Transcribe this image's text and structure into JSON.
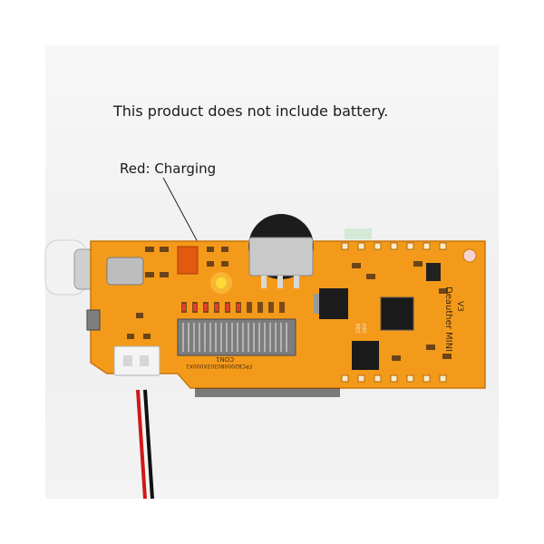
{
  "caption": "This product does not include battery.",
  "annotation": "Red: Charging",
  "board": {
    "brand": "Deauther MINI",
    "version": "V3",
    "chip_marking_1": "180",
    "chip_marking_2": "16V",
    "connector_label": "CON1",
    "fpc_label": "FPC8200080303X000X1"
  },
  "colors": {
    "pcb": "#f49a1a",
    "led": "#ffd21a",
    "usb_cable": "#f2f2f2"
  }
}
